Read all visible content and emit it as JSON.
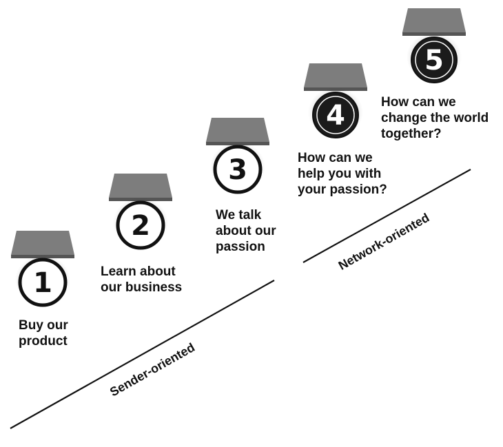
{
  "steps": [
    {
      "number": "1",
      "label": "Buy our\nproduct",
      "variant": "light"
    },
    {
      "number": "2",
      "label": "Learn about\nour business",
      "variant": "light"
    },
    {
      "number": "3",
      "label": "We talk\nabout our\npassion",
      "variant": "light"
    },
    {
      "number": "4",
      "label": "How can we\nhelp you with\nyour passion?",
      "variant": "dark"
    },
    {
      "number": "5",
      "label": "How can we\nchange the world\ntogether?",
      "variant": "dark"
    }
  ],
  "axes": {
    "sender": "Sender-oriented",
    "network": "Network-oriented"
  },
  "colors": {
    "platform_top": "#7d7d7d",
    "platform_edge": "#555555",
    "circle_dark": "#1b1b1b",
    "circle_light": "#ffffff",
    "ink": "#111111"
  }
}
